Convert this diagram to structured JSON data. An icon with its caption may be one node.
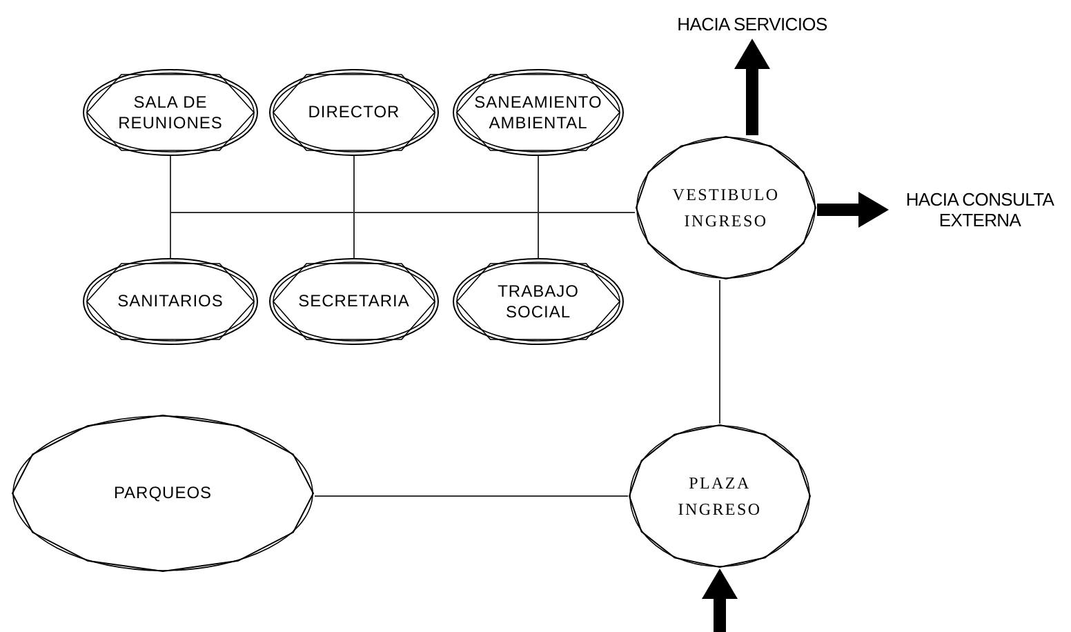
{
  "diagram": {
    "nodes": [
      {
        "text": [
          "SALA DE REUNIONES"
        ]
      },
      {
        "text": [
          "DIRECTOR"
        ]
      },
      {
        "text": [
          "SANEAMIENTO AMBIENTAL"
        ]
      },
      {
        "text": [
          "VESTIBULO INGRESO"
        ]
      },
      {
        "text": [
          "SANITARIOS"
        ]
      },
      {
        "text": [
          "SECRETARIA"
        ]
      },
      {
        "text": [
          "TRABAJO SOCIAL"
        ]
      },
      {
        "text": [
          "PARQUEOS"
        ]
      },
      {
        "text": [
          "PLAZA INGRESO"
        ]
      },
      {
        "text": [
          "HACIA SERVICIOS"
        ]
      },
      {
        "text": [
          "HACIA CONSULTA EXTERNA"
        ]
      }
    ],
    "edges": [
      {
        "from": 0,
        "to": 3,
        "arrow": "none"
      },
      {
        "from": 1,
        "to": 3,
        "arrow": "none"
      },
      {
        "from": 2,
        "to": 3,
        "arrow": "none"
      },
      {
        "from": 4,
        "to": 3,
        "arrow": "none"
      },
      {
        "from": 5,
        "to": 3,
        "arrow": "none"
      },
      {
        "from": 6,
        "to": 3,
        "arrow": "none"
      },
      {
        "from": 3,
        "to": 8,
        "arrow": "none"
      },
      {
        "from": 7,
        "to": 8,
        "arrow": "none"
      },
      {
        "from": 3,
        "to": 9,
        "arrow": "to",
        "style": "thick"
      },
      {
        "from": 3,
        "to": 10,
        "arrow": "to",
        "style": "thick"
      },
      {
        "from": null,
        "to": 8,
        "arrow": "to",
        "style": "thick"
      }
    ]
  }
}
